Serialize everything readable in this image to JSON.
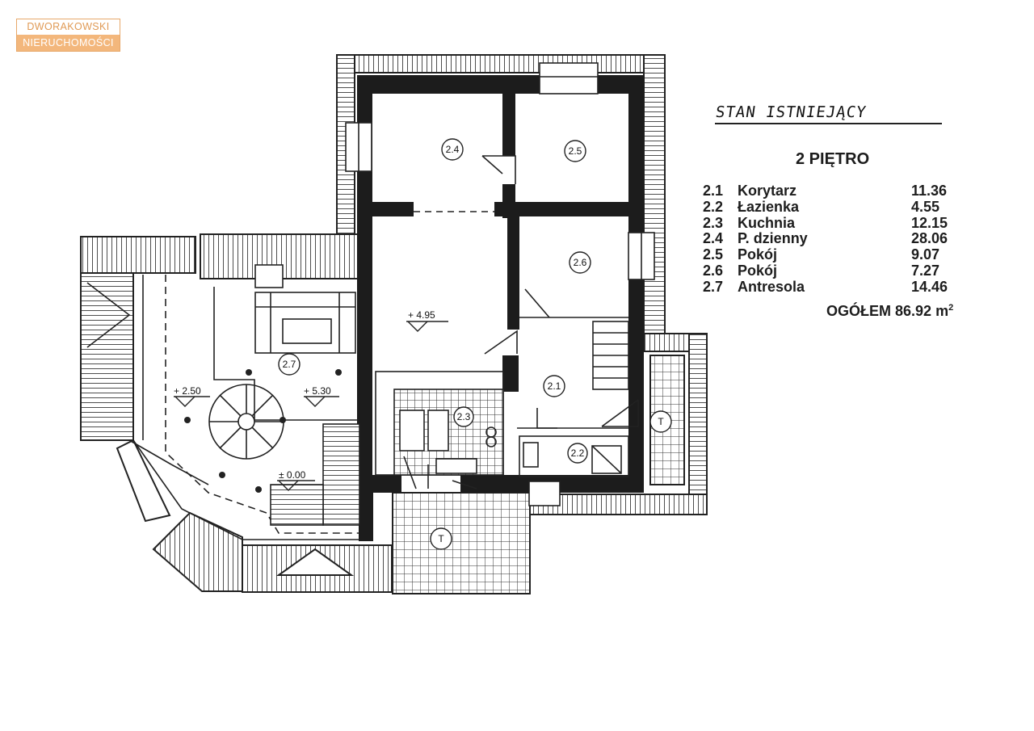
{
  "logo": {
    "line1": "DWORAKOWSKI",
    "line2": "NIERUCHOMOŚCI"
  },
  "heading": "STAN ISTNIEJĄCY",
  "floor": "2 PIĘTRO",
  "rooms": [
    {
      "num": "2.1",
      "name": "Korytarz",
      "area": "11.36"
    },
    {
      "num": "2.2",
      "name": "Łazienka",
      "area": "4.55"
    },
    {
      "num": "2.3",
      "name": "Kuchnia",
      "area": "12.15"
    },
    {
      "num": "2.4",
      "name": "P. dzienny",
      "area": "28.06"
    },
    {
      "num": "2.5",
      "name": "Pokój",
      "area": "9.07"
    },
    {
      "num": "2.6",
      "name": "Pokój",
      "area": "7.27"
    },
    {
      "num": "2.7",
      "name": "Antresola",
      "area": "14.46"
    }
  ],
  "total": {
    "label": "OGÓŁEM",
    "value": "86.92",
    "unit": "m"
  },
  "plan_labels": {
    "r24": "2.4",
    "r25": "2.5",
    "r26": "2.6",
    "r21": "2.1",
    "r22": "2.2",
    "r23": "2.3",
    "r27": "2.7",
    "t1": "T",
    "t2": "T",
    "lvl1": "+ 4.95",
    "lvl2": "+ 2.50",
    "lvl3": "+ 5.30",
    "lvl4": "± 0.00"
  },
  "colors": {
    "ink": "#1a1a1a",
    "logo_accent": "#f3b77c"
  }
}
